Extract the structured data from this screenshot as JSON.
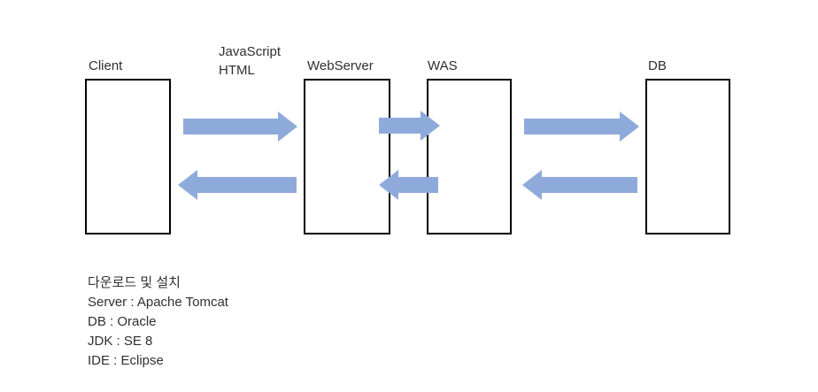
{
  "diagram": {
    "arrow_color": "#8EAADB",
    "box_border_color": "#000000",
    "text_color": "#303030",
    "nodes": [
      {
        "id": "client",
        "label": "Client"
      },
      {
        "id": "webserver",
        "label": "WebServer"
      },
      {
        "id": "was",
        "label": "WAS"
      },
      {
        "id": "db",
        "label": "DB"
      }
    ],
    "annotation": {
      "line1": "JavaScript",
      "line2": "HTML"
    },
    "arrows": [
      {
        "from": "client",
        "to": "webserver",
        "direction": "right"
      },
      {
        "from": "webserver",
        "to": "client",
        "direction": "left"
      },
      {
        "from": "webserver",
        "to": "was",
        "direction": "right"
      },
      {
        "from": "was",
        "to": "webserver",
        "direction": "left"
      },
      {
        "from": "was",
        "to": "db",
        "direction": "right"
      },
      {
        "from": "db",
        "to": "was",
        "direction": "left"
      }
    ]
  },
  "notes": {
    "title": "다운로드 및 설치",
    "lines": [
      "Server : Apache Tomcat",
      "DB : Oracle",
      "JDK : SE 8",
      "IDE : Eclipse"
    ]
  }
}
